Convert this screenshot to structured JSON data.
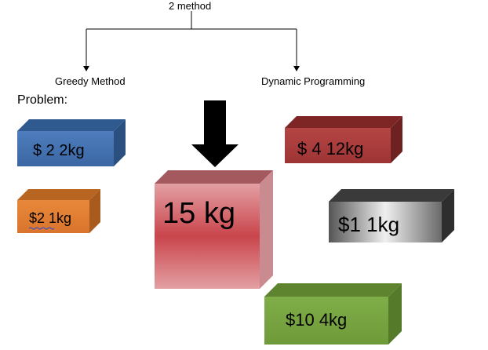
{
  "root": {
    "label": "2 method"
  },
  "branches": [
    {
      "label": "Greedy Method"
    },
    {
      "label": "Dynamic Programming"
    }
  ],
  "problem_label": "Problem:",
  "items": [
    {
      "label": "$ 2   2kg",
      "color": "#3E6BA6"
    },
    {
      "label": "$2  1kg",
      "color": "#E07E33"
    },
    {
      "label": "$ 4   12kg",
      "color": "#A83A3A"
    },
    {
      "label": "$1   1kg",
      "color": "#555555"
    },
    {
      "label": "$10   4kg",
      "color": "#77A33F"
    }
  ],
  "knapsack": {
    "label": "15 kg",
    "color": "#D76E74"
  },
  "arrow": {
    "icon": "down-arrow-icon",
    "color": "#000000"
  }
}
